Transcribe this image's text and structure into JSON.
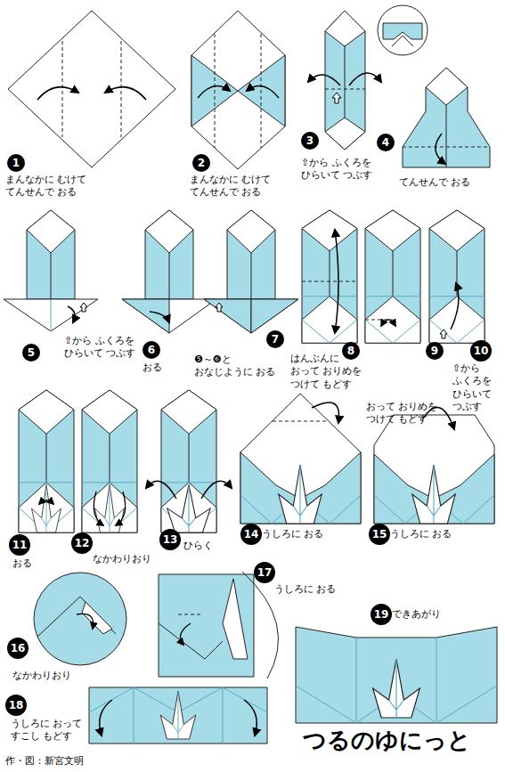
{
  "diagram": {
    "title": "つるのゆにっと",
    "nodes": [
      {
        "text": [
          "1"
        ]
      },
      {
        "text": [
          "2"
        ]
      },
      {
        "text": [
          "3"
        ]
      },
      {
        "text": [
          "4"
        ]
      },
      {
        "text": [
          "5"
        ]
      },
      {
        "text": [
          "6"
        ]
      },
      {
        "text": [
          "7"
        ]
      },
      {
        "text": [
          "8"
        ]
      },
      {
        "text": [
          "9"
        ]
      },
      {
        "text": [
          "10"
        ]
      },
      {
        "text": [
          "11"
        ]
      },
      {
        "text": [
          "12"
        ]
      },
      {
        "text": [
          "13"
        ]
      },
      {
        "text": [
          "14"
        ]
      },
      {
        "text": [
          "15"
        ]
      },
      {
        "text": [
          "16"
        ]
      },
      {
        "text": [
          "17"
        ]
      },
      {
        "text": [
          "18"
        ]
      },
      {
        "text": [
          "19"
        ]
      }
    ],
    "labels": [
      "まんなかに むけて てんせんで おる",
      "まんなかに むけて てんせんで おる",
      "⇧から ふくろを ひらいて つぶす",
      "てんせんで おる",
      "⇧から ふくろを ひらいて つぶす",
      "おる",
      "❺～❻と おなじように おる",
      "はんぶんに おって おりめを つけて もどす",
      "おって おりめを つけて もどす",
      "⇧から ふくろを ひらいて つぶす",
      "おる",
      "なかわりおり",
      "ひらく",
      "うしろに おる",
      "うしろに おる",
      "なかわりおり",
      "うしろに おる",
      "うしろに おって すこし もどす",
      "できあがり",
      "作・図：新宮文明"
    ]
  }
}
